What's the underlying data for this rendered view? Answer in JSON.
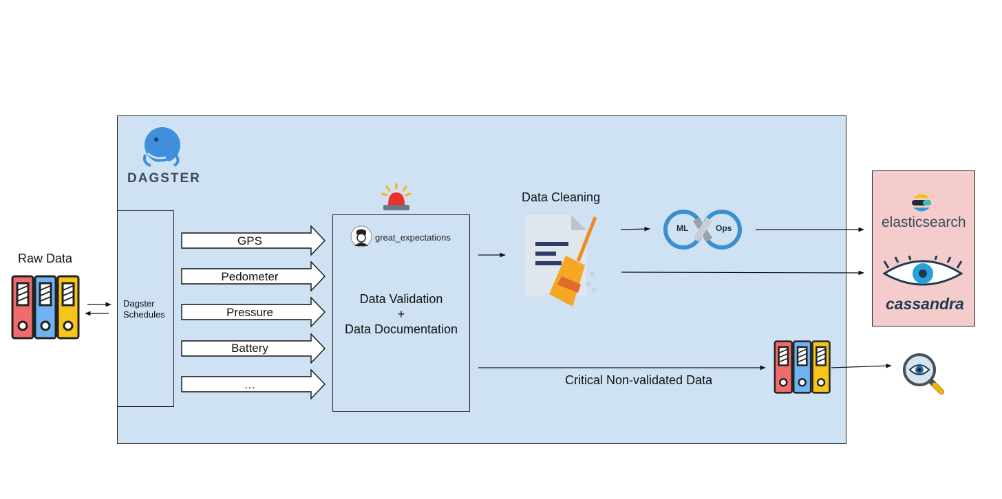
{
  "raw_data": {
    "label": "Raw Data"
  },
  "dagster": {
    "logo_text": "DAGSTER",
    "schedules_label_line1": "Dagster",
    "schedules_label_line2": "Schedules"
  },
  "streams": [
    {
      "label": "GPS"
    },
    {
      "label": "Pedometer"
    },
    {
      "label": "Pressure"
    },
    {
      "label": "Battery"
    },
    {
      "label": "…"
    }
  ],
  "validation": {
    "brand": "great_expectations",
    "line1": "Data Validation",
    "line2": "+",
    "line3": "Data Documentation"
  },
  "cleaning": {
    "label": "Data Cleaning"
  },
  "mlops": {
    "left": "ML",
    "right": "Ops"
  },
  "storage": {
    "elasticsearch": "elasticsearch",
    "cassandra": "cassandra"
  },
  "critical": {
    "label": "Critical Non-validated Data"
  },
  "colors": {
    "panel": "#cfe2f3",
    "storage": "#f4cccc",
    "binder_red": "#f06b6b",
    "binder_blue": "#6fb3f0",
    "binder_yellow": "#f5c518"
  }
}
